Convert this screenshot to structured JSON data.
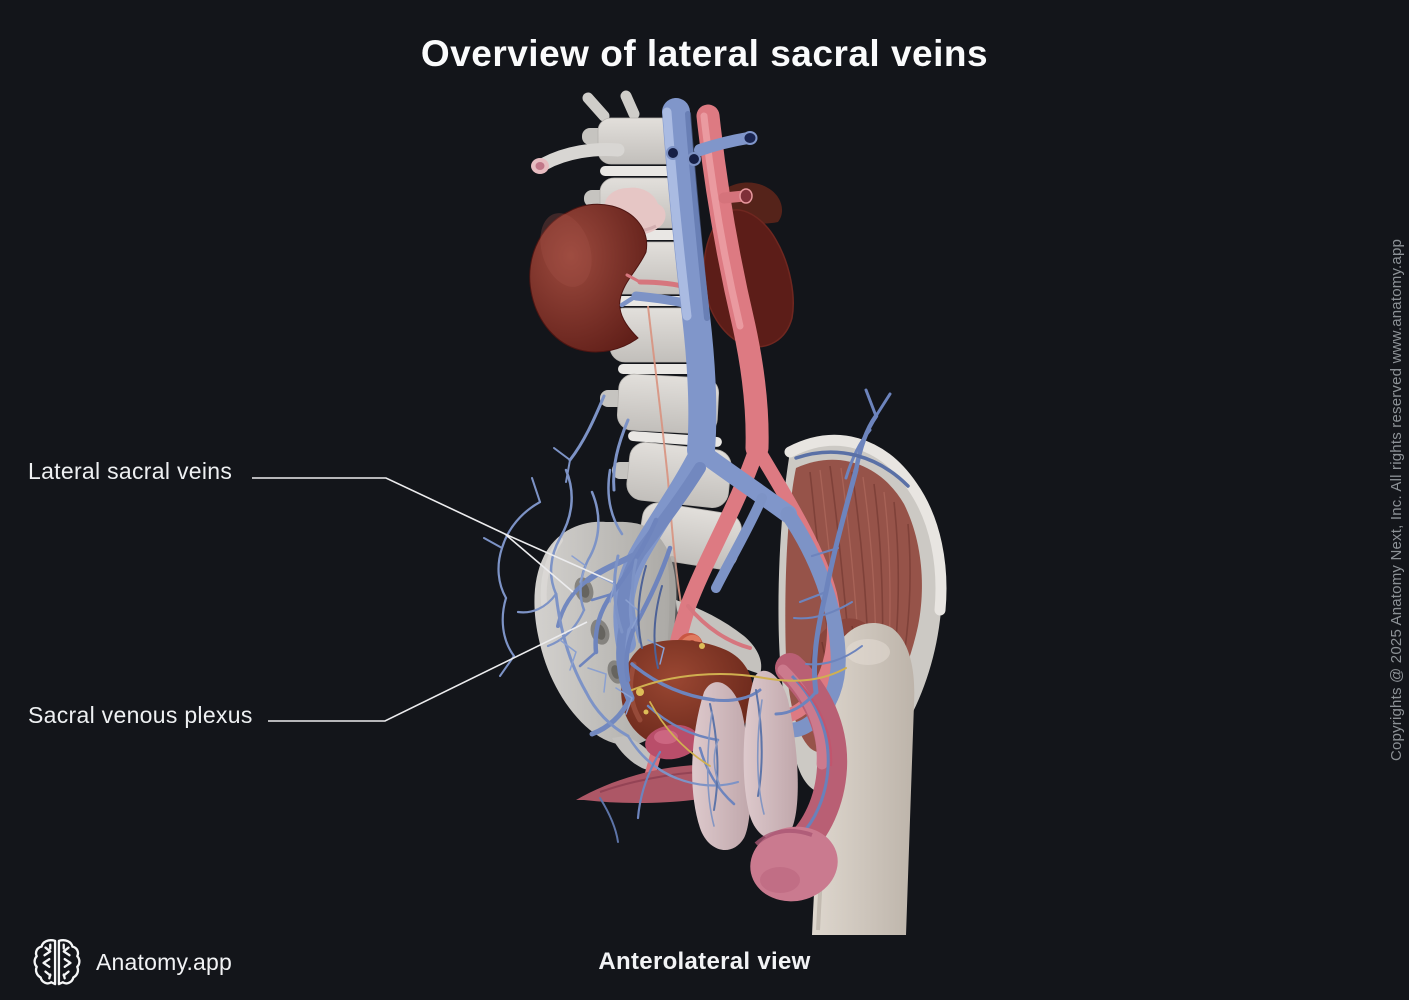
{
  "header": {
    "title": "Overview of lateral sacral veins"
  },
  "annotations": {
    "labels": [
      {
        "id": "lateral-sacral-veins",
        "text": "Lateral sacral veins"
      },
      {
        "id": "sacral-venous-plexus",
        "text": "Sacral venous plexus"
      }
    ]
  },
  "footer": {
    "view_label": "Anterolateral view",
    "brand_name": "Anatomy.app",
    "brand_icon": "brain-logo-icon"
  },
  "sidebar": {
    "copyright": "Copyrights @ 2025 Anatomy Next, Inc. All rights reserved www.anatomy.app"
  },
  "colors": {
    "background": "#13151a",
    "text_primary": "#fafbfc",
    "text_muted": "#8d9297",
    "leader_line": "#ececee",
    "vein_blue": "#7d93c6",
    "artery_red": "#dd7a82",
    "bone_white": "#d6d4d1",
    "kidney_maroon": "#6b241d",
    "muscle_brown": "#965349",
    "nerve_yellow": "#d2b252"
  }
}
